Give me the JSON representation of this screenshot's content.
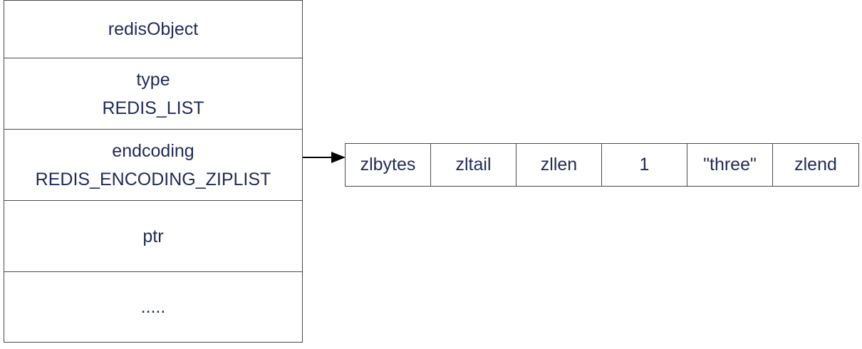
{
  "redis_object": {
    "header": "redisObject",
    "type_label": "type",
    "type_value": "REDIS_LIST",
    "encoding_label": "endcoding",
    "encoding_value": "REDIS_ENCODING_ZIPLIST",
    "ptr_label": "ptr",
    "more_label": "....."
  },
  "ziplist": {
    "cells": [
      "zlbytes",
      "zltail",
      "zllen",
      "1",
      "\"three\"",
      "zlend"
    ]
  },
  "colors": {
    "text": "#1f2a5a",
    "border": "#4a4a4a",
    "arrow": "#000000"
  }
}
